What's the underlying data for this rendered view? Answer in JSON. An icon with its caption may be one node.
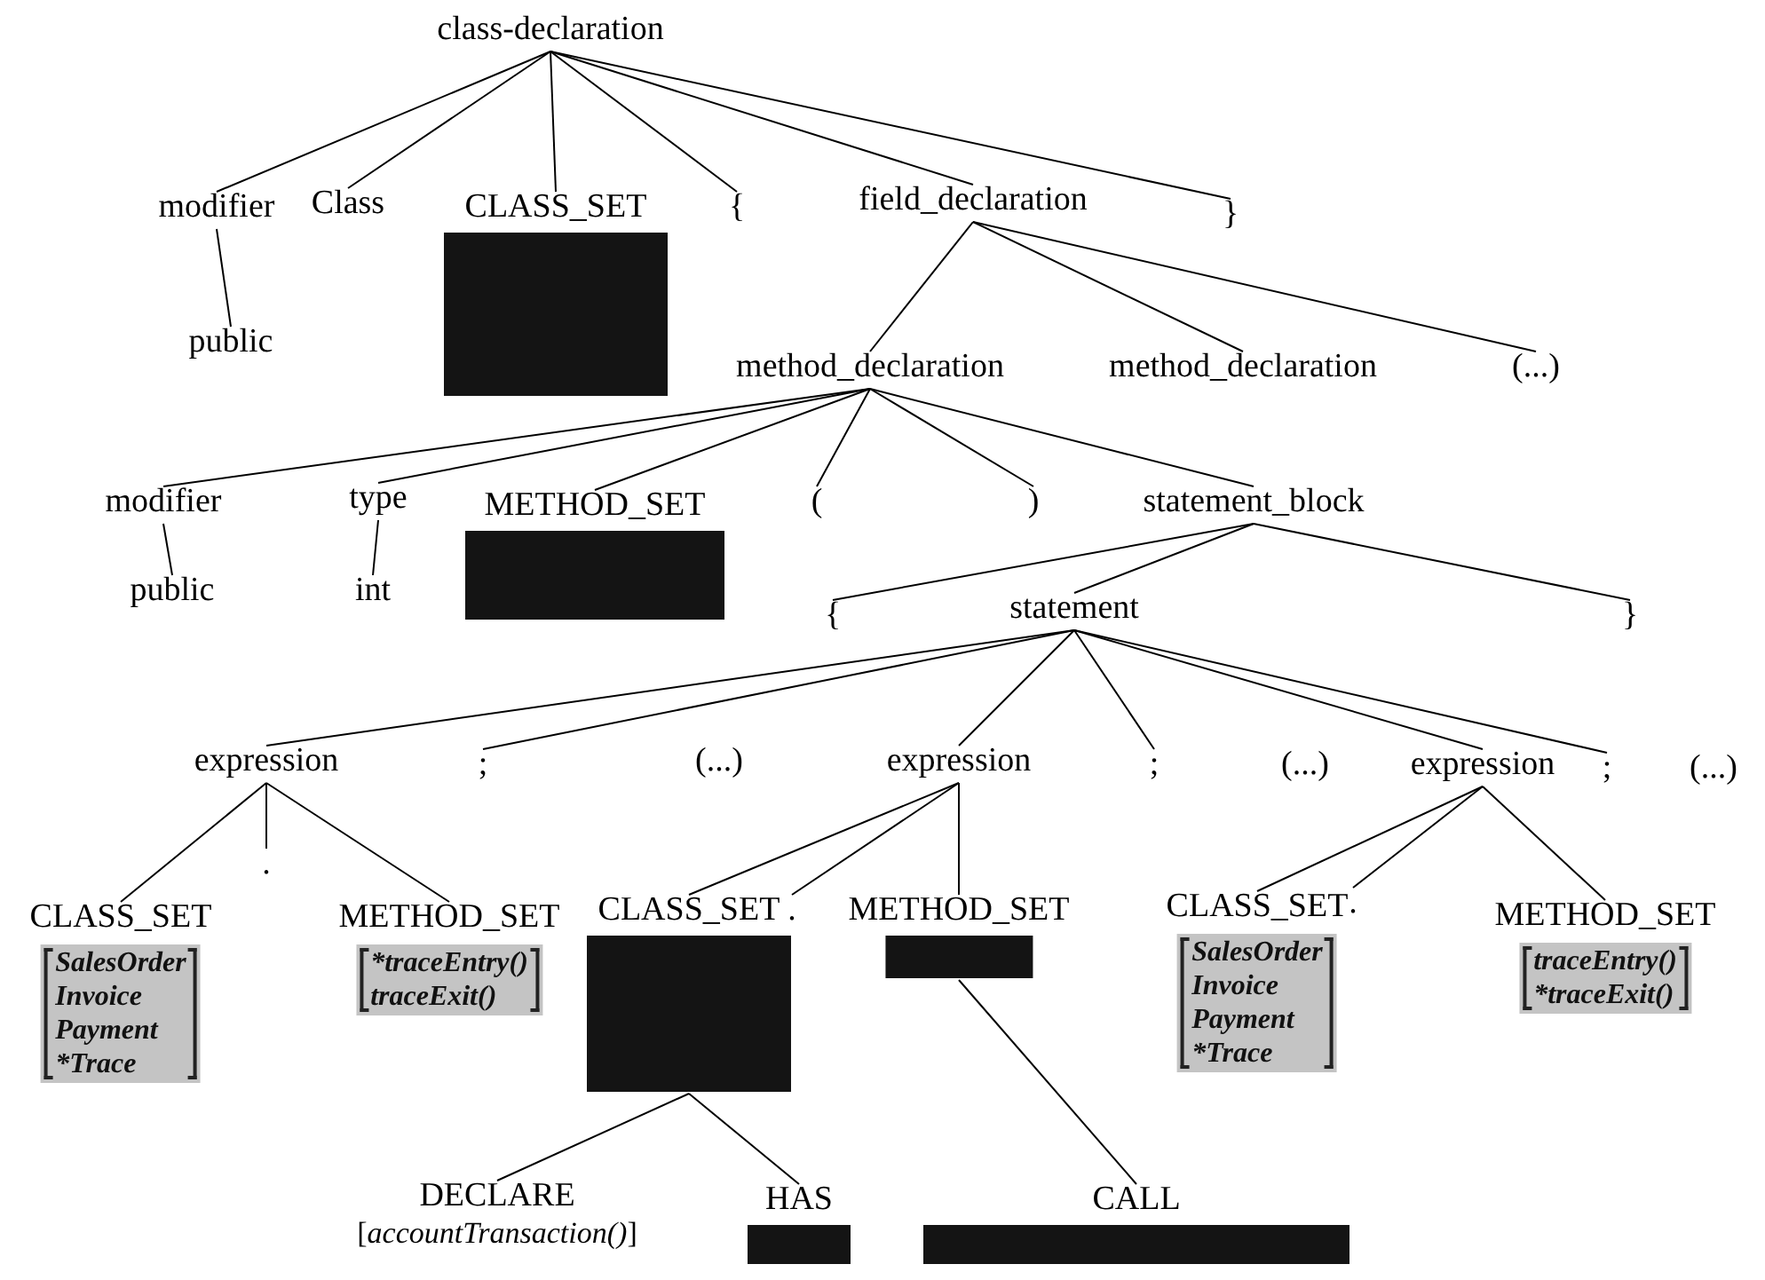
{
  "diagram": {
    "nodes": [
      {
        "text": [
          "class-declaration"
        ]
      },
      {
        "text": [
          "modifier"
        ]
      },
      {
        "text": [
          "Class"
        ]
      },
      {
        "text": [
          "CLASS_SET"
        ]
      },
      {
        "text": [
          "{"
        ]
      },
      {
        "text": [
          "field_declaration"
        ]
      },
      {
        "text": [
          "}"
        ]
      },
      {
        "text": [
          "public"
        ]
      },
      {
        "text": [
          "method_declaration"
        ]
      },
      {
        "text": [
          "method_declaration"
        ]
      },
      {
        "text": [
          "(...)"
        ]
      },
      {
        "text": [
          "modifier"
        ]
      },
      {
        "text": [
          "type"
        ]
      },
      {
        "text": [
          "METHOD_SET"
        ]
      },
      {
        "text": [
          "("
        ]
      },
      {
        "text": [
          ")"
        ]
      },
      {
        "text": [
          "statement_block"
        ]
      },
      {
        "text": [
          "public"
        ]
      },
      {
        "text": [
          "int"
        ]
      },
      {
        "text": [
          "{"
        ]
      },
      {
        "text": [
          "statement"
        ]
      },
      {
        "text": [
          "}"
        ]
      },
      {
        "text": [
          "expression"
        ]
      },
      {
        "text": [
          ";"
        ]
      },
      {
        "text": [
          "(...)"
        ]
      },
      {
        "text": [
          "expression"
        ]
      },
      {
        "text": [
          ";"
        ]
      },
      {
        "text": [
          "(...)"
        ]
      },
      {
        "text": [
          "expression"
        ]
      },
      {
        "text": [
          ";"
        ]
      },
      {
        "text": [
          "(...)"
        ]
      },
      {
        "text": [
          "CLASS_SET",
          "SalesOrder",
          "Invoice",
          "Payment",
          "*Trace"
        ]
      },
      {
        "text": [
          "."
        ]
      },
      {
        "text": [
          "METHOD_SET",
          "*traceEntry()",
          "traceExit()"
        ]
      },
      {
        "text": [
          "CLASS_SET"
        ]
      },
      {
        "text": [
          "."
        ]
      },
      {
        "text": [
          "METHOD_SET"
        ]
      },
      {
        "text": [
          "CLASS_SET",
          "SalesOrder",
          "Invoice",
          "Payment",
          "*Trace"
        ]
      },
      {
        "text": [
          "."
        ]
      },
      {
        "text": [
          "METHOD_SET",
          "traceEntry()",
          "*traceExit()"
        ]
      },
      {
        "text": [
          "DECLARE",
          "[*accountTransaction()*]"
        ]
      },
      {
        "text": [
          "HAS"
        ]
      },
      {
        "text": [
          "CALL"
        ]
      }
    ],
    "edges": [
      {
        "from": 0,
        "to": 1,
        "arrow": "none"
      },
      {
        "from": 0,
        "to": 2,
        "arrow": "none"
      },
      {
        "from": 0,
        "to": 3,
        "arrow": "none"
      },
      {
        "from": 0,
        "to": 4,
        "arrow": "none"
      },
      {
        "from": 0,
        "to": 5,
        "arrow": "none"
      },
      {
        "from": 0,
        "to": 6,
        "arrow": "none"
      },
      {
        "from": 1,
        "to": 7,
        "arrow": "none"
      },
      {
        "from": 5,
        "to": 8,
        "arrow": "none"
      },
      {
        "from": 5,
        "to": 9,
        "arrow": "none"
      },
      {
        "from": 5,
        "to": 10,
        "arrow": "none"
      },
      {
        "from": 8,
        "to": 11,
        "arrow": "none"
      },
      {
        "from": 8,
        "to": 12,
        "arrow": "none"
      },
      {
        "from": 8,
        "to": 13,
        "arrow": "none"
      },
      {
        "from": 8,
        "to": 14,
        "arrow": "none"
      },
      {
        "from": 8,
        "to": 15,
        "arrow": "none"
      },
      {
        "from": 8,
        "to": 16,
        "arrow": "none"
      },
      {
        "from": 11,
        "to": 17,
        "arrow": "none"
      },
      {
        "from": 12,
        "to": 18,
        "arrow": "none"
      },
      {
        "from": 16,
        "to": 19,
        "arrow": "none"
      },
      {
        "from": 16,
        "to": 20,
        "arrow": "none"
      },
      {
        "from": 16,
        "to": 21,
        "arrow": "none"
      },
      {
        "from": 20,
        "to": 22,
        "arrow": "none"
      },
      {
        "from": 20,
        "to": 23,
        "arrow": "none"
      },
      {
        "from": 20,
        "to": 25,
        "arrow": "none"
      },
      {
        "from": 20,
        "to": 26,
        "arrow": "none"
      },
      {
        "from": 20,
        "to": 28,
        "arrow": "none"
      },
      {
        "from": 20,
        "to": 29,
        "arrow": "none"
      },
      {
        "from": 22,
        "to": 31,
        "arrow": "none"
      },
      {
        "from": 22,
        "to": 32,
        "arrow": "none"
      },
      {
        "from": 22,
        "to": 33,
        "arrow": "none"
      },
      {
        "from": 25,
        "to": 34,
        "arrow": "none"
      },
      {
        "from": 25,
        "to": 35,
        "arrow": "none"
      },
      {
        "from": 25,
        "to": 36,
        "arrow": "none"
      },
      {
        "from": 28,
        "to": 37,
        "arrow": "none"
      },
      {
        "from": 28,
        "to": 38,
        "arrow": "none"
      },
      {
        "from": 28,
        "to": 39,
        "arrow": "none"
      },
      {
        "from": 34,
        "to": 40,
        "arrow": "none"
      },
      {
        "from": 34,
        "to": 41,
        "arrow": "none"
      },
      {
        "from": 36,
        "to": 42,
        "arrow": "none"
      }
    ]
  }
}
